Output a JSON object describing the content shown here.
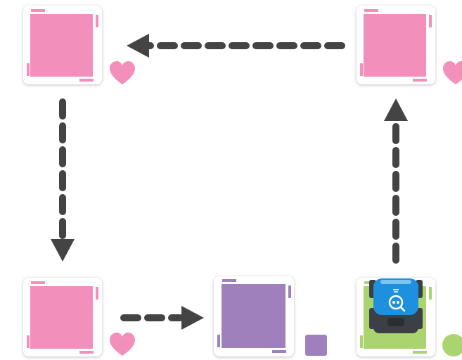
{
  "colors": {
    "background": "#ffffff",
    "card": "#ffffff",
    "pink": "#f28fbb",
    "purple": "#a080bc",
    "green": "#a9d46f",
    "arrow": "#444444",
    "robot_blue": "#1e90dd",
    "robot_dark": "#3c4046"
  },
  "cards": [
    {
      "id": "top-left",
      "color": "pink",
      "symbol": "heart-icon"
    },
    {
      "id": "top-right",
      "color": "pink",
      "symbol": "heart-icon"
    },
    {
      "id": "bottom-left",
      "color": "pink",
      "symbol": "heart-icon"
    },
    {
      "id": "bottom-middle",
      "color": "purple",
      "symbol": "square-icon"
    },
    {
      "id": "bottom-right",
      "color": "green",
      "symbol": "circle-icon",
      "has_robot": true
    }
  ],
  "path": [
    {
      "from": "bottom-left",
      "to": "bottom-middle",
      "direction": "right"
    },
    {
      "from": "bottom-right",
      "to": "top-right",
      "direction": "up"
    },
    {
      "from": "top-right",
      "to": "top-left",
      "direction": "left"
    },
    {
      "from": "top-left",
      "to": "bottom-left",
      "direction": "down"
    }
  ],
  "robot": {
    "name": "robot-icon",
    "on_card": "bottom-right"
  }
}
